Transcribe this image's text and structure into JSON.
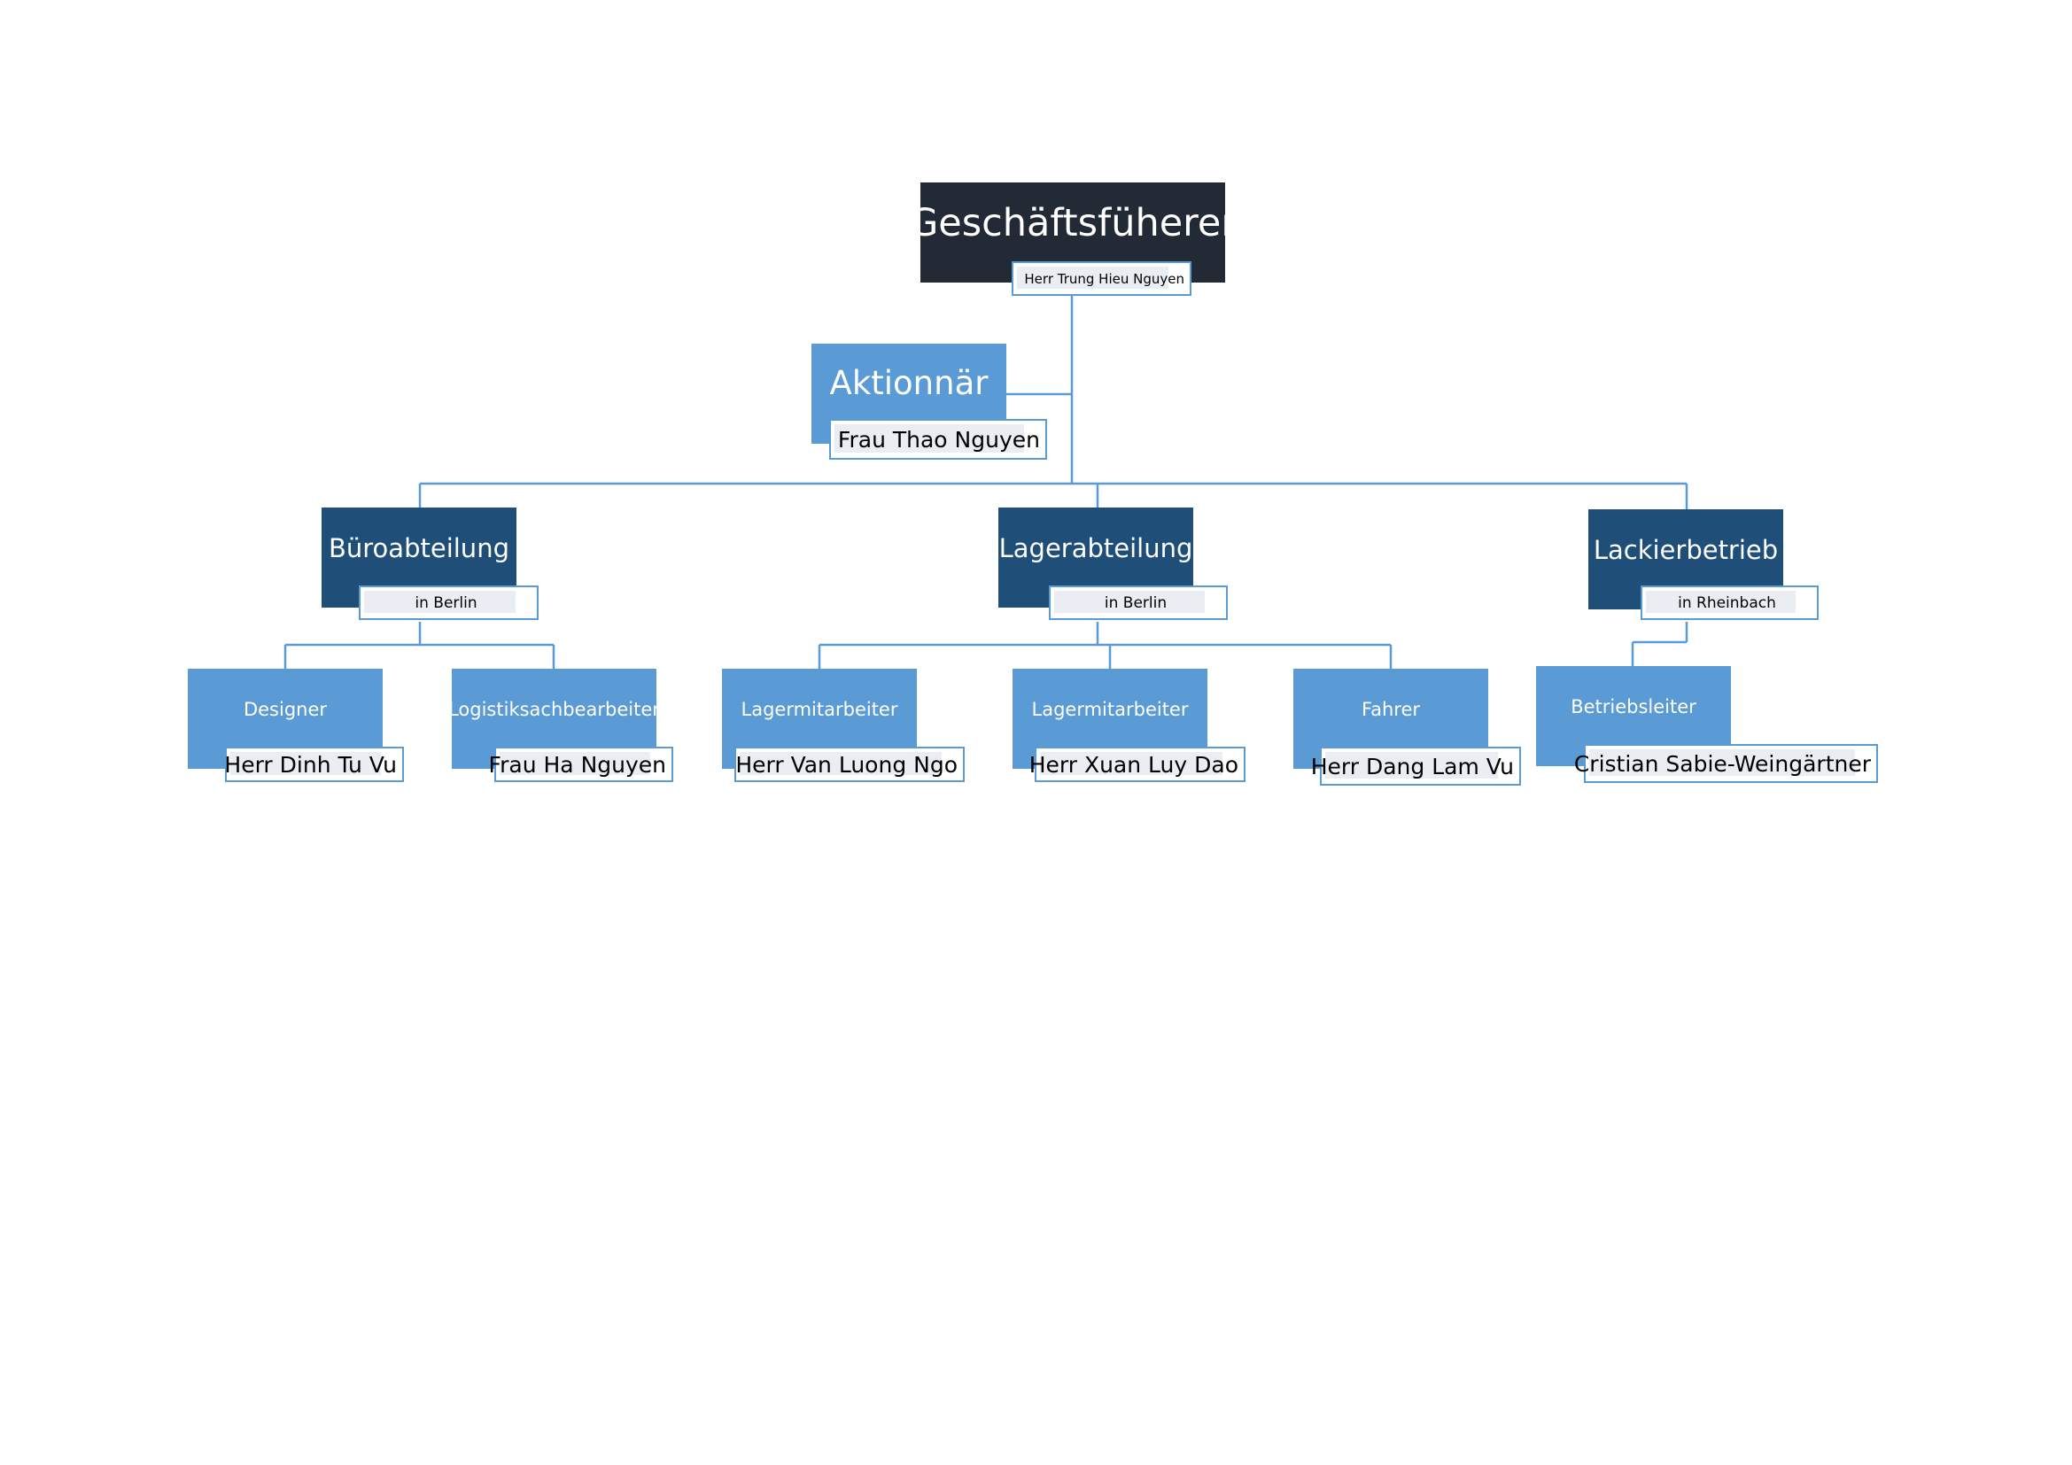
{
  "root": {
    "title": "Geschäftsfüherer",
    "name": "Herr Trung Hieu Nguyen"
  },
  "shareholder": {
    "title": "Aktionnär",
    "name": "Frau Thao Nguyen"
  },
  "departments": [
    {
      "title": "Büroabteilung",
      "location": "in Berlin",
      "roles": [
        {
          "title": "Designer",
          "name": "Herr Dinh Tu Vu"
        },
        {
          "title": "Logistiksachbearbeiter",
          "name": "Frau Ha Nguyen"
        }
      ]
    },
    {
      "title": "Lagerabteilung",
      "location": "in  Berlin",
      "roles": [
        {
          "title": "Lagermitarbeiter",
          "name": "Herr Van Luong Ngo"
        },
        {
          "title": "Lagermitarbeiter",
          "name": "Herr Xuan Luy Dao"
        },
        {
          "title": "Fahrer",
          "name": "Herr Dang Lam Vu"
        }
      ]
    },
    {
      "title": "Lackierbetrieb",
      "location": "in Rheinbach",
      "roles": [
        {
          "title": "Betriebsleiter",
          "name": "Cristian Sabie-Weingärtner"
        }
      ]
    }
  ],
  "colors": {
    "root": "#222a35",
    "department": "#1f4e79",
    "role": "#5b9bd5",
    "connector": "#5b9bd5"
  }
}
